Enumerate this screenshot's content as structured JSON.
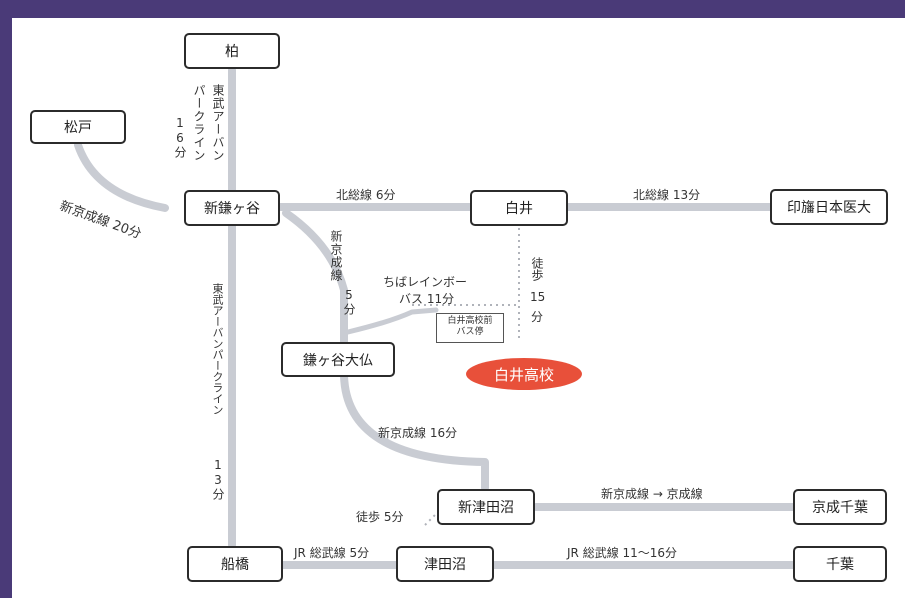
{
  "stations": {
    "kashiwa": "柏",
    "matsudo": "松戸",
    "shinkamagaya": "新鎌ヶ谷",
    "shiroi": "白井",
    "inzai": "印旛日本医大",
    "kamagaya_daibutsu": "鎌ヶ谷大仏",
    "shintsudanuma": "新津田沼",
    "keisei_chiba": "京成千葉",
    "funabashi": "船橋",
    "tsudanuma": "津田沼",
    "chiba": "千葉"
  },
  "school": "白井高校",
  "bus_stop": {
    "line1": "白井高校前",
    "line2": "バス停"
  },
  "routes": {
    "tobu_park_top_a": "東武アーバン",
    "tobu_park_top_b": "パークライン",
    "tobu_park_top_min": "16分",
    "tobu_park_left_a": "東武アーバンパークライン",
    "tobu_park_left_min": "13分",
    "shinkeisei_20": "新京成線 20分",
    "hokuso_6": "北総線 6分",
    "hokuso_13": "北総線 13分",
    "shinkeisei_5_a": "新京成線",
    "shinkeisei_5_b": "5分",
    "chiba_rainbow": "ちばレインボー",
    "bus_11": "バス 11分",
    "walk_15_a": "徒歩",
    "walk_15_b": "15",
    "walk_15_c": "分",
    "shinkeisei_16": "新京成線 16分",
    "shinkeisei_keisei": "新京成線 → 京成線",
    "walk_5": "徒歩 5分",
    "jr_sobu_5": "JR 総武線 5分",
    "jr_sobu_11_16": "JR 総武線 11〜16分"
  },
  "colors": {
    "line": "#c9ccd3",
    "school": "#e8503a",
    "background": "#4a3a78"
  }
}
